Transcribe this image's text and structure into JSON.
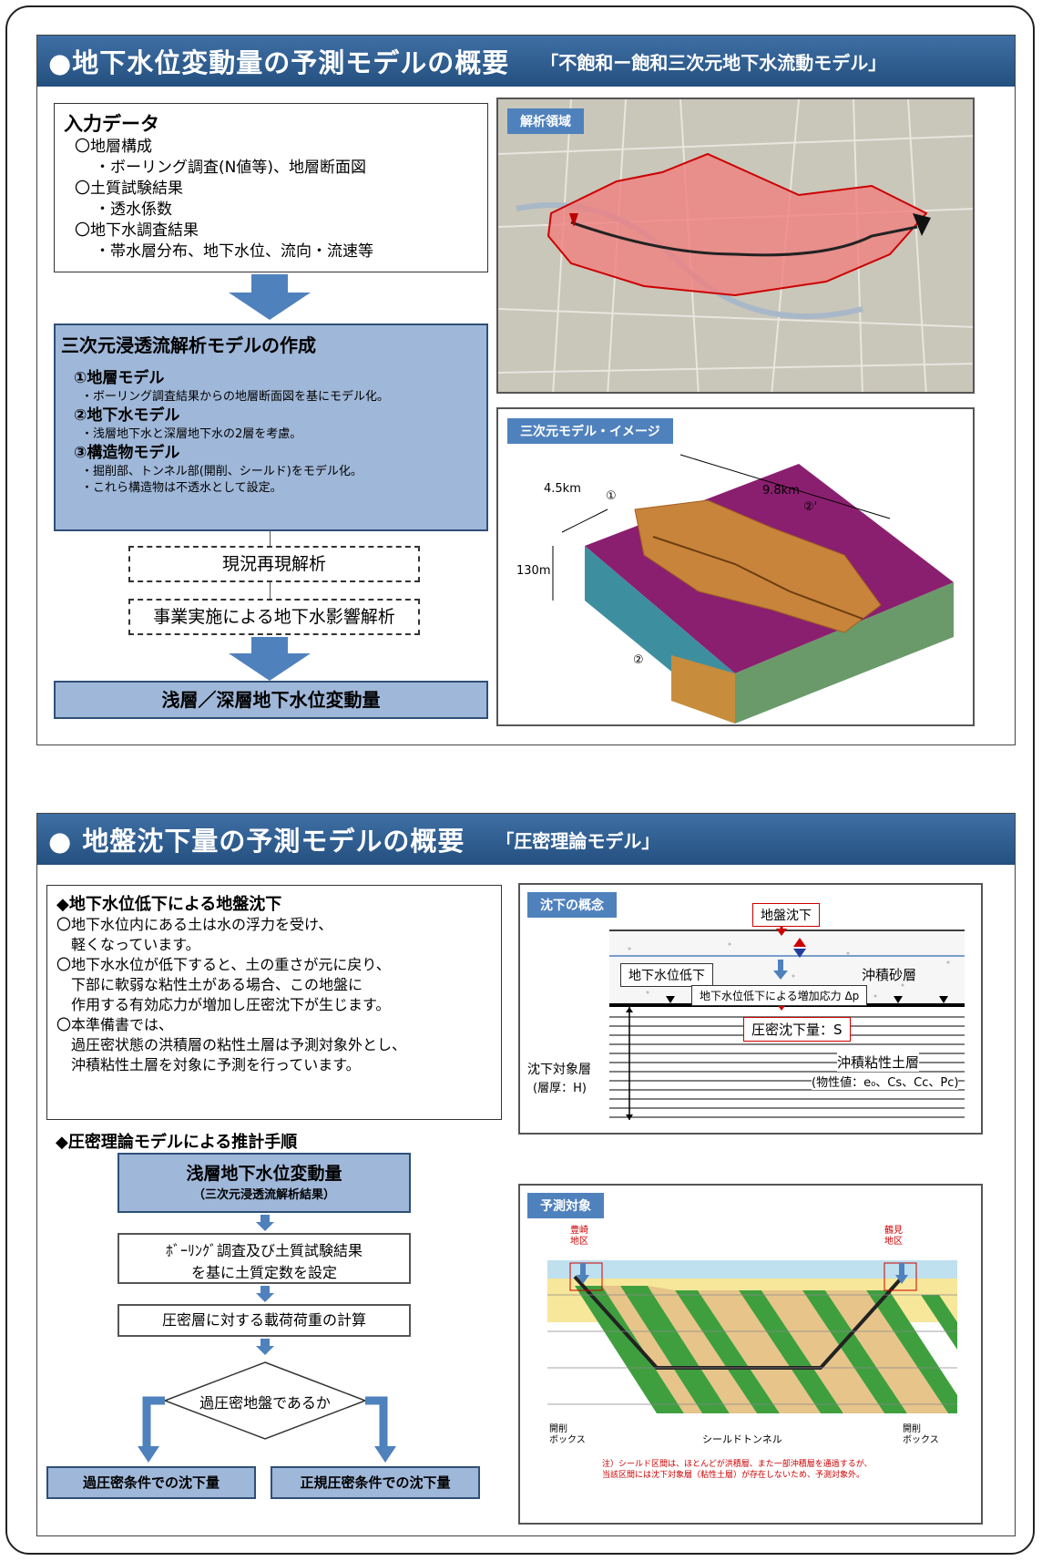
{
  "section1": {
    "title": "●地下水位変動量の予測モデルの概要",
    "subtitle": "「不飽和ー飽和三次元地下水流動モデル」",
    "input": {
      "heading": "入力データ",
      "lines": [
        "〇地層構成",
        "・ボーリング調査(N値等)、地層断面図",
        "〇土質試験結果",
        "・透水係数",
        "〇地下水調査結果",
        "・帯水層分布、地下水位、流向・流速等"
      ]
    },
    "model": {
      "heading": "三次元浸透流解析モデルの作成",
      "item1": "①地層モデル",
      "item1_sub": "・ボーリング調査結果からの地層断面図を基にモデル化。",
      "item2": "②地下水モデル",
      "item2_sub": "・浅層地下水と深層地下水の2層を考慮。",
      "item3": "③構造物モデル",
      "item3_sub1": "・掘削部、トンネル部(開削、シールド)をモデル化。",
      "item3_sub2": "・これら構造物は不透水として設定。"
    },
    "step1": "現況再現解析",
    "step2": "事業実施による地下水影響解析",
    "result": "浅層／深層地下水位変動量",
    "map_label": "解析領域",
    "model3d_label": "三次元モデル・イメージ",
    "dim_width": "4.5km",
    "dim_length": "9.8km",
    "dim_depth": "130m",
    "circ1": "①",
    "circ2": "②",
    "circ2p": "②'"
  },
  "section2": {
    "title": "● 地盤沈下量の予測モデルの概要",
    "subtitle": "「圧密理論モデル」",
    "text_heading": "◆地下水位低下による地盤沈下",
    "text_lines": [
      "〇地下水位内にある土は水の浮力を受け、",
      "　軽くなっています。",
      "〇地下水水位が低下すると、土の重さが元に戻り、",
      "　下部に軟弱な粘性土がある場合、この地盤に",
      "　作用する有効応力が増加し圧密沈下が生じます。",
      "",
      "〇本準備書では、",
      "　過圧密状態の洪積層の粘性土層は予測対象外とし、",
      "　沖積粘性土層を対象に予測を行っています。"
    ],
    "flow_heading": "◆圧密理論モデルによる推計手順",
    "flow_top1": "浅層地下水位変動量",
    "flow_top2": "（三次元浸透流解析結果）",
    "flow_step1a": "ﾎﾞｰﾘﾝｸﾞ調査及び土質試験結果",
    "flow_step1b": "を基に土質定数を設定",
    "flow_step2": "圧密層に対する載荷荷重の計算",
    "flow_decision": "過圧密地盤であるか",
    "flow_left": "過圧密条件での沈下量",
    "flow_right": "正規圧密条件での沈下量",
    "concept": {
      "tag": "沈下の概念",
      "subsidence": "地盤沈下",
      "gw_drop": "地下水位低下",
      "sand": "沖積砂層",
      "stress": "地下水位低下による増加応力 Δp",
      "settle": "圧密沈下量：S",
      "target1": "沈下対象層",
      "target2": "(層厚：H)",
      "clay": "沖積粘性土層",
      "props": "(物性値：e₀、Cs、Cc、Pc)"
    },
    "target": {
      "tag": "予測対象",
      "left_area": "豊崎\n地区",
      "right_area": "鶴見\n地区",
      "box_left": "開削\nボックス",
      "tunnel": "シールドトンネル",
      "box_right": "開削\nボックス",
      "note": "注）シールド区間は、ほとんどが洪積層、また一部沖積層を通過するが、当該区間には沈下対象層（粘性土層）が存在しないため、予測対象外。"
    }
  }
}
